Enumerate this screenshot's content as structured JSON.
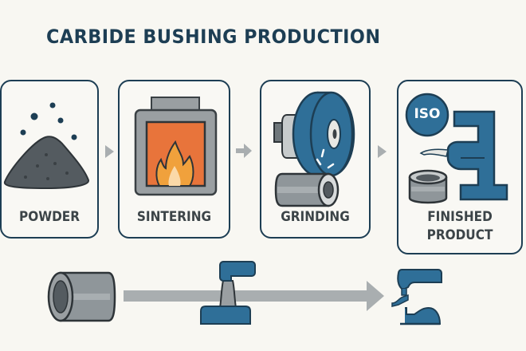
{
  "title": "CARBIDE BUSHING PRODUCTION",
  "steps": [
    {
      "label": "POWDER",
      "icon": "powder-pile-icon"
    },
    {
      "label": "SINTERING",
      "icon": "furnace-flame-icon"
    },
    {
      "label": "GRINDING",
      "icon": "grinding-wheel-icon"
    },
    {
      "label_line1": "FINISHED",
      "label_line2": "PRODUCT",
      "icon": "iso-press-icon",
      "badge": "ISO"
    }
  ],
  "colors": {
    "navy": "#1d3e54",
    "steel_blue": "#2f6f98",
    "gray": "#8f969a",
    "dark_gray": "#545b60",
    "flame_orange": "#e8743b",
    "arrow_gray": "#a9aeb0",
    "background": "#f8f7f2"
  }
}
